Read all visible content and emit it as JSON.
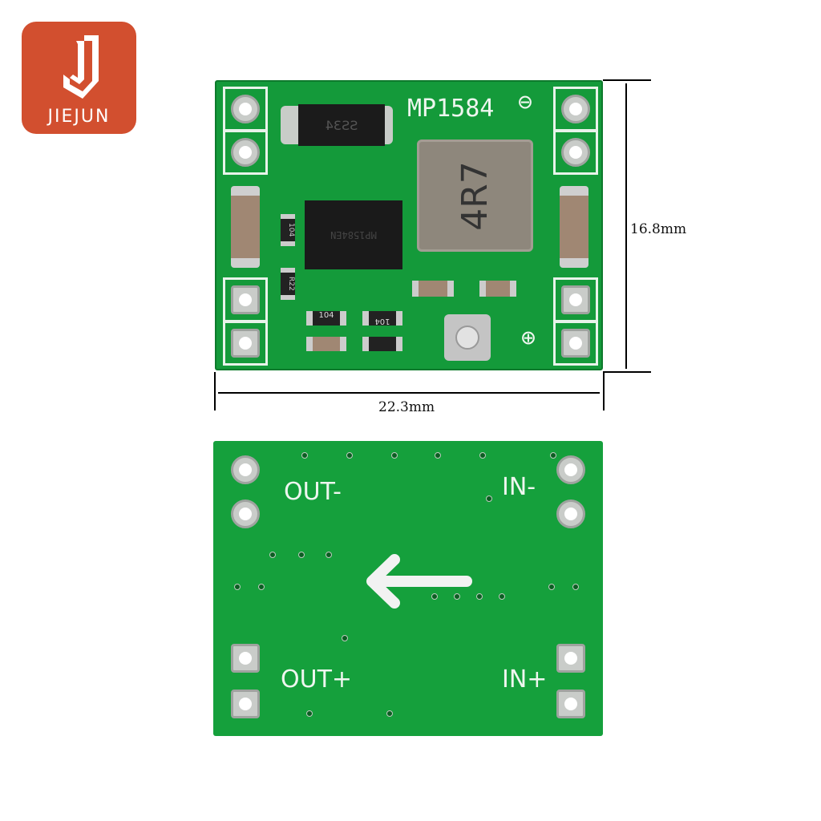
{
  "brand": {
    "name": "JIEJUN",
    "color": "#d24f2f"
  },
  "top_board": {
    "title": "MP1584",
    "diode_label": "SS34",
    "inductor_label": "4R7",
    "chip_label": "MP1584EN",
    "resistor_labels": [
      "104",
      "104",
      "104",
      "R22"
    ],
    "minus_symbol": "⊖",
    "plus_symbol": "⊕"
  },
  "dimensions": {
    "height": "16.8mm",
    "width": "22.3mm"
  },
  "bottom_board": {
    "out_minus": "OUT-",
    "in_minus": "IN-",
    "out_plus": "OUT+",
    "in_plus": "IN+"
  },
  "colors": {
    "pcb": "#149a3a",
    "silkscreen": "#eef6ef"
  }
}
